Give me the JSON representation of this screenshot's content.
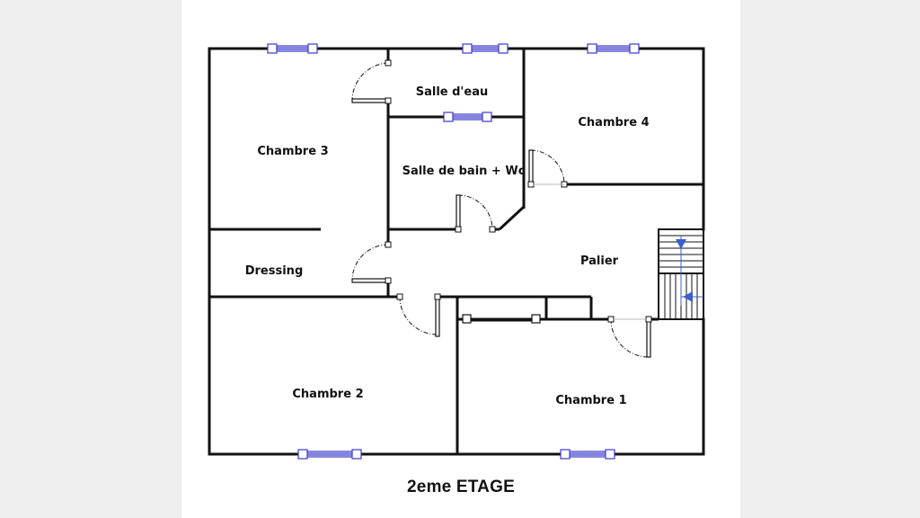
{
  "floor_plan": {
    "caption": "2eme ETAGE",
    "rooms": [
      {
        "id": "salle-d-eau",
        "label": "Salle d'eau"
      },
      {
        "id": "chambre-4",
        "label": "Chambre 4"
      },
      {
        "id": "chambre-3",
        "label": "Chambre 3"
      },
      {
        "id": "salle-de-bain-wc",
        "label": "Salle de bain + Wc"
      },
      {
        "id": "palier",
        "label": "Palier"
      },
      {
        "id": "dressing",
        "label": "Dressing"
      },
      {
        "id": "chambre-2",
        "label": "Chambre 2"
      },
      {
        "id": "chambre-1",
        "label": "Chambre 1"
      }
    ],
    "colors": {
      "wall": "#111111",
      "window": "#3a3acc",
      "door": "#111111",
      "stair_arrow": "#3a5fd0"
    }
  }
}
